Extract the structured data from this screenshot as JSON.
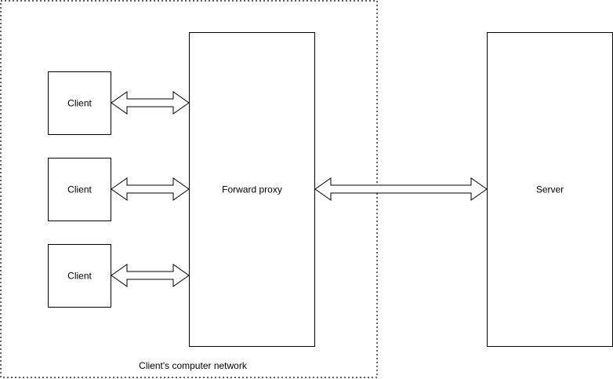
{
  "diagram": {
    "network_label": "Client's computer network",
    "clients": [
      {
        "label": "Client"
      },
      {
        "label": "Client"
      },
      {
        "label": "Client"
      }
    ],
    "proxy": {
      "label": "Forward proxy"
    },
    "server": {
      "label": "Server"
    }
  },
  "colors": {
    "stroke": "#000000",
    "fill": "#ffffff"
  }
}
